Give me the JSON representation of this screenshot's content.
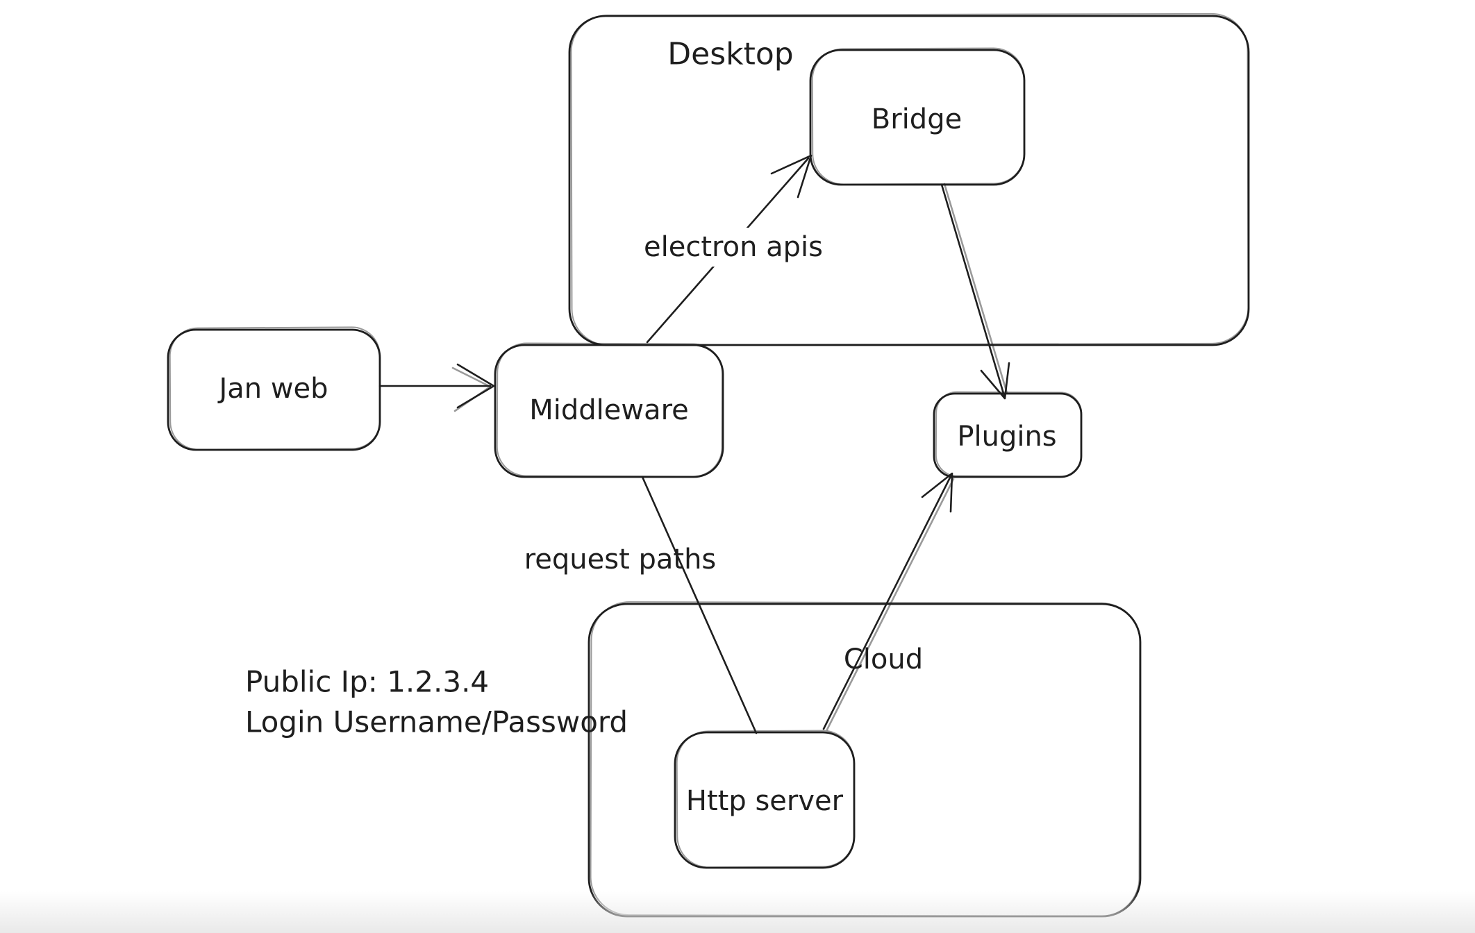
{
  "canvas": {
    "background": "#ffffff",
    "stroke_color": "#1e1e1e",
    "bottom_fade_color": "#e9e9e9"
  },
  "containers": [
    {
      "id": "desktop",
      "label": "Desktop"
    },
    {
      "id": "cloud",
      "label": "Cloud"
    }
  ],
  "nodes": [
    {
      "id": "jan-web",
      "label": "Jan web"
    },
    {
      "id": "middleware",
      "label": "Middleware"
    },
    {
      "id": "bridge",
      "label": "Bridge"
    },
    {
      "id": "plugins",
      "label": "Plugins"
    },
    {
      "id": "http-server",
      "label": "Http server"
    }
  ],
  "edges": [
    {
      "id": "jan-web-to-middleware",
      "from": "Jan web",
      "to": "Middleware",
      "label": ""
    },
    {
      "id": "middleware-to-bridge",
      "from": "Middleware",
      "to": "Bridge",
      "label": "electron apis"
    },
    {
      "id": "bridge-to-plugins",
      "from": "Bridge",
      "to": "Plugins",
      "label": ""
    },
    {
      "id": "middleware-to-http-server",
      "from": "Middleware",
      "to": "Http server",
      "label": "request paths"
    },
    {
      "id": "http-server-to-plugins",
      "from": "Http server",
      "to": "Plugins",
      "label": ""
    }
  ],
  "annotations": {
    "public_ip_line": "Public Ip: 1.2.3.4",
    "login_line": "Login Username/Password"
  }
}
